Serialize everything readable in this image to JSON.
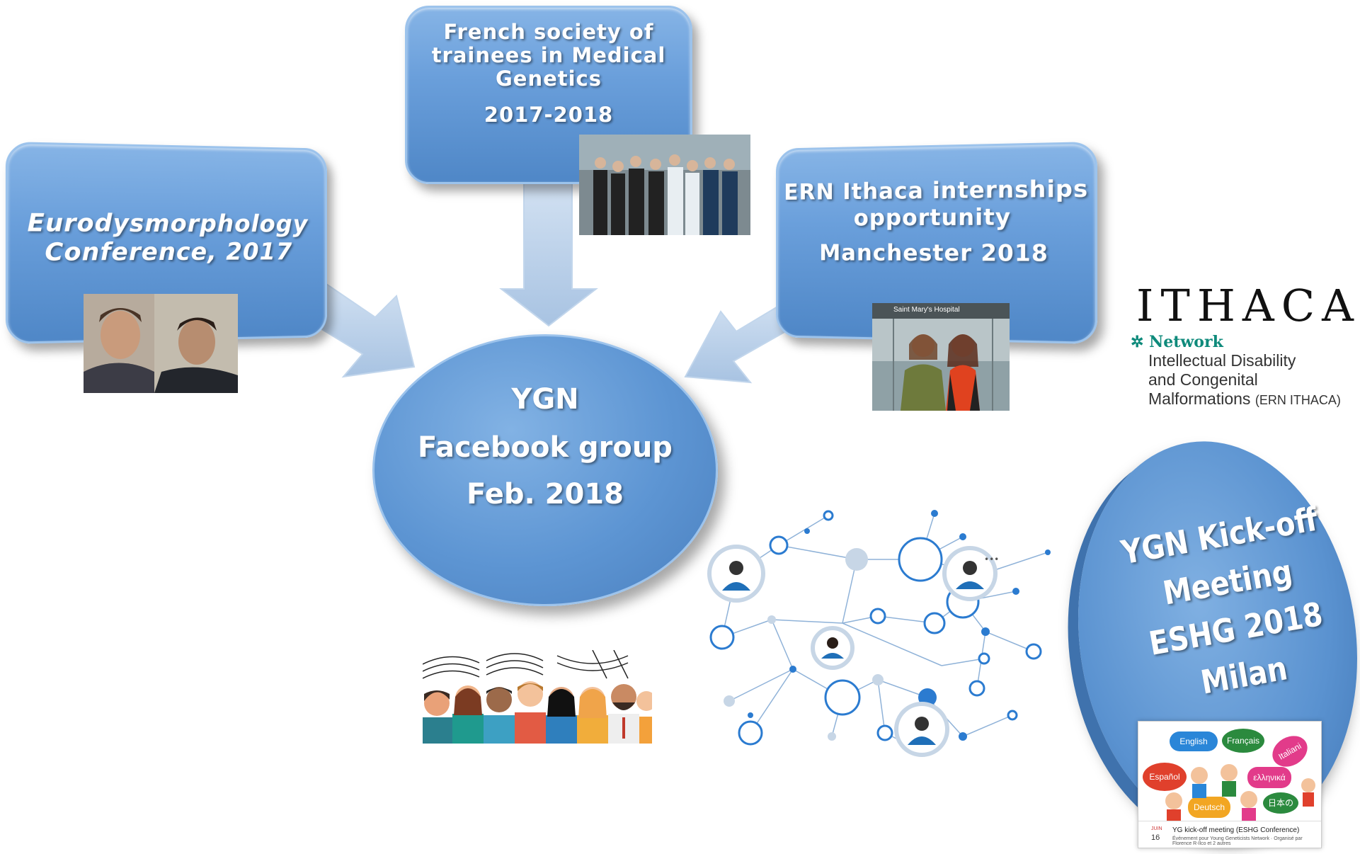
{
  "boxes": {
    "eurodysmorphology": {
      "title": "Eurodysmorphology Conference, 2017"
    },
    "french_society": {
      "title": "French society of trainees in Medical Genetics",
      "years": "2017-2018"
    },
    "ern_ithaca": {
      "title": "ERN Ithaca internships opportunity",
      "year": "Manchester 2018"
    }
  },
  "center": {
    "line1": "YGN",
    "line2": "Facebook group",
    "line3": "Feb. 2018"
  },
  "kickoff": {
    "line1": "YGN Kick-off",
    "line2": "Meeting",
    "line3": "ESHG 2018",
    "line4": "Milan"
  },
  "photos": {
    "hospital_sign": "Saint Mary's Hospital"
  },
  "ithaca_logo": {
    "wordmark": "ITHACA",
    "network": "Network",
    "desc1": "Intellectual Disability",
    "desc2": "and Congenital",
    "desc3": "Malformations",
    "desc3_suffix": "(ERN ITHACA)"
  },
  "event_card": {
    "bubbles": [
      "English",
      "Français",
      "Italiani",
      "Español",
      "ελληνικά",
      "Deutsch",
      "日本の"
    ],
    "month": "JUIN",
    "day": "16",
    "title": "YG kick-off meeting (ESHG Conference)",
    "subtitle": "Événement pour Young Geneticists Network · Organisé par Florence R-Ilco et 2 autres"
  },
  "colors": {
    "box_blue": "#6a9fdb",
    "box_border": "#9cc3ec",
    "arrow": "#b9d0ea",
    "network": "#2b7bd0"
  }
}
